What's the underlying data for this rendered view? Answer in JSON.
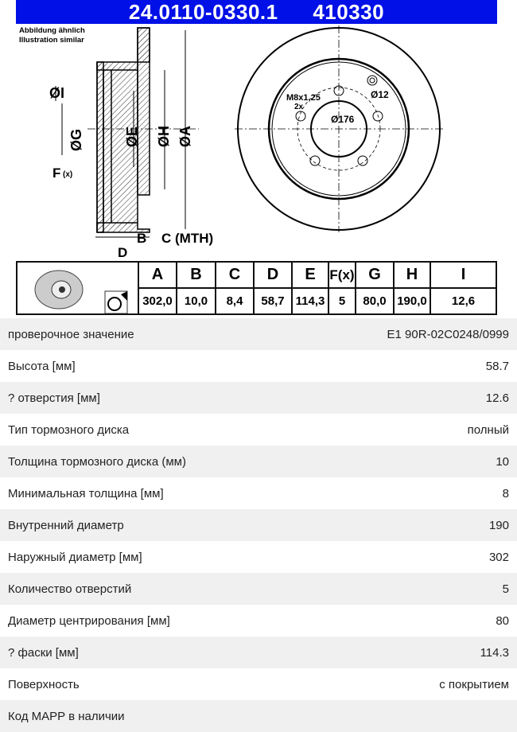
{
  "header": {
    "part_number": "24.0110-0330.1",
    "code": "410330"
  },
  "drawing": {
    "note_de": "Abbildung ähnlich",
    "note_en": "Illustration similar",
    "labels": {
      "I": "ØI",
      "G": "ØG",
      "E": "ØE",
      "H": "ØH",
      "A": "ØA",
      "F": "F",
      "Fx": "(x)",
      "B": "B",
      "C": "C (MTH)",
      "D": "D",
      "thread": "M8x1,25",
      "thread_count": "2x",
      "hole": "Ø12",
      "pcd": "Ø176"
    }
  },
  "spec_table": {
    "columns": [
      {
        "h": "A",
        "v": "302,0"
      },
      {
        "h": "B",
        "v": "10,0"
      },
      {
        "h": "C",
        "v": "8,4"
      },
      {
        "h": "D",
        "v": "58,7"
      },
      {
        "h": "E",
        "v": "114,3"
      },
      {
        "h": "F(x)",
        "v": "5"
      },
      {
        "h": "G",
        "v": "80,0"
      },
      {
        "h": "H",
        "v": "190,0"
      },
      {
        "h": "I",
        "v": "12,6"
      }
    ]
  },
  "properties": [
    {
      "k": "проверочное значение",
      "v": "E1 90R-02C0248/0999"
    },
    {
      "k": "Высота [мм]",
      "v": "58.7"
    },
    {
      "k": "? отверстия [мм]",
      "v": "12.6"
    },
    {
      "k": "Тип тормозного диска",
      "v": "полный"
    },
    {
      "k": "Толщина тормозного диска (мм)",
      "v": "10"
    },
    {
      "k": "Минимальная толщина [мм]",
      "v": "8"
    },
    {
      "k": "Внутренний диаметр",
      "v": "190"
    },
    {
      "k": "Наружный диаметр [мм]",
      "v": "302"
    },
    {
      "k": "Количество отверстий",
      "v": "5"
    },
    {
      "k": "Диаметр центрирования [мм]",
      "v": "80"
    },
    {
      "k": "? фаски [мм]",
      "v": "114.3"
    },
    {
      "k": "Поверхность",
      "v": "с покрытием"
    },
    {
      "k": "Код MAPP в наличии",
      "v": ""
    }
  ]
}
